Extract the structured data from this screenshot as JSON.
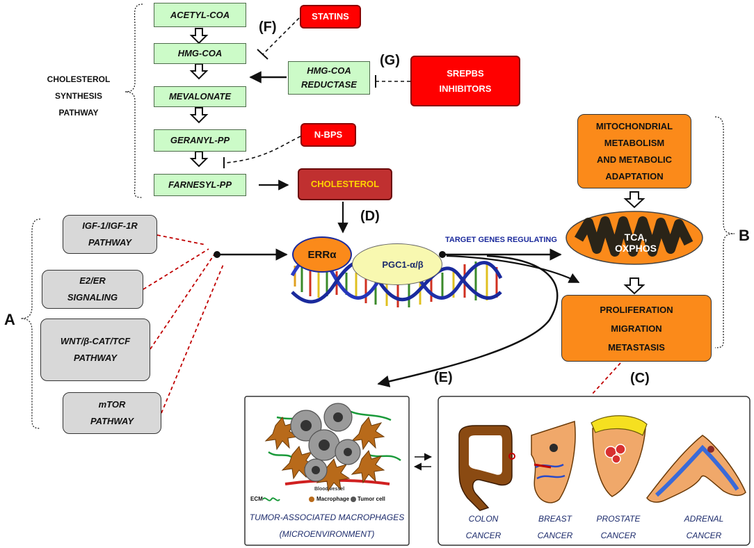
{
  "pathway": {
    "label_line1": "CHOLESTEROL",
    "label_line2": "SYNTHESIS",
    "label_line3": "PATHWAY",
    "steps": [
      "ACETYL-COA",
      "HMG-COA",
      "MEVALONATE",
      "GERANYL-PP",
      "FARNESYL-PP"
    ],
    "reductase_line1": "HMG-COA",
    "reductase_line2": "REDUCTASE"
  },
  "inhibitors": {
    "statins": "STATINS",
    "srepbs_line1": "SREPBS",
    "srepbs_line2": "INHIBITORS",
    "nbps": "N-BPS",
    "cholesterol": "CHOLESTEROL"
  },
  "letters": {
    "A": "A",
    "B": "B",
    "C": "(C)",
    "D": "(D)",
    "E": "(E)",
    "F": "(F)",
    "G": "(G)"
  },
  "signaling": [
    {
      "line1": "IGF-1/IGF-1R",
      "line2": "PATHWAY"
    },
    {
      "line1": "E2/ER",
      "line2": "SIGNALING"
    },
    {
      "line1": "WNT/β-CAT/TCF",
      "line2": "PATHWAY"
    },
    {
      "line1": "mTOR",
      "line2": "PATHWAY"
    }
  ],
  "err": {
    "erra": "ERRα",
    "pgc": "PGC1-α/β",
    "target_genes": "TARGET GENES REGULATING"
  },
  "mito": {
    "metabolism_lines": [
      "MITOCHONDRIAL",
      "METABOLISM",
      "AND METABOLIC",
      "ADAPTATION"
    ],
    "tca": "TCA, OXPHOS",
    "outcome_lines": [
      "PROLIFERATION",
      "MIGRATION",
      "METASTASIS"
    ]
  },
  "tam": {
    "legend_ecm": "ECM",
    "legend_macrophage": "Macrophage",
    "legend_tumor": "Tumor cell",
    "blood_vessel": "Blood vessel",
    "caption_line1": "TUMOR-ASSOCIATED MACROPHAGES",
    "caption_line2": "(MICROENVIRONMENT)"
  },
  "cancers": [
    {
      "line1": "COLON",
      "line2": "CANCER"
    },
    {
      "line1": "BREAST",
      "line2": "CANCER"
    },
    {
      "line1": "PROSTATE",
      "line2": "CANCER"
    },
    {
      "line1": "ADRENAL",
      "line2": "CANCER"
    }
  ],
  "colors": {
    "green_box": "#ccfbc8",
    "red_box": "#ff0000",
    "orange_box": "#fb8a1a",
    "grey_box": "#d8d8d8",
    "navy_text": "#1b2a6b"
  }
}
